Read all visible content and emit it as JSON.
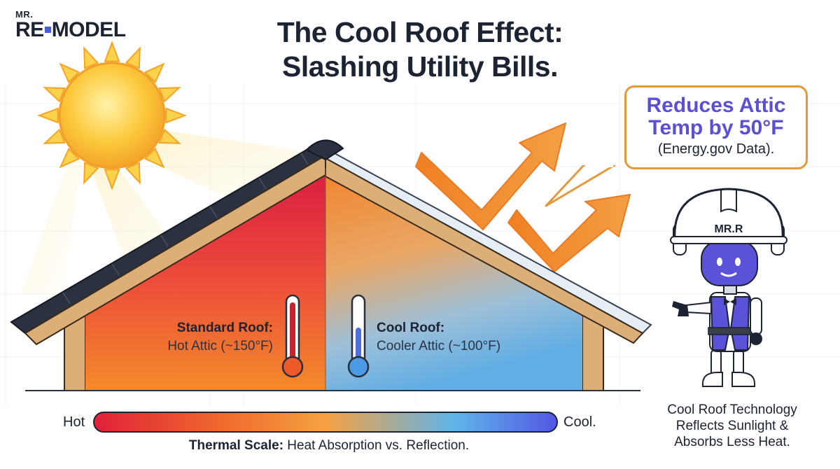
{
  "logo": {
    "top": "MR.",
    "brand_left": "RE",
    "brand_right": "MODEL"
  },
  "title": {
    "line1": "The Cool Roof Effect:",
    "line2": "Slashing Utility Bills."
  },
  "callout": {
    "line1": "Reduces Attic",
    "line2": "Temp by 50°F",
    "source": "(Energy.gov Data)."
  },
  "standard_roof": {
    "label": "Standard Roof:",
    "detail": "Hot Attic (~150°F)"
  },
  "cool_roof": {
    "label": "Cool Roof:",
    "detail": "Cooler Attic (~100°F)"
  },
  "scale": {
    "hot_label": "Hot",
    "cool_label": "Cool.",
    "caption_bold": "Thermal Scale:",
    "caption_rest": " Heat Absorption vs. Reflection."
  },
  "mascot": {
    "helmet_text": "MR.R",
    "caption_line1": "Cool Roof Technology",
    "caption_line2": "Reflects Sunlight &",
    "caption_line3": "Absorbs Less Heat."
  },
  "colors": {
    "hot": "#e0203a",
    "warm": "#f06b2c",
    "cool": "#5fb5ea",
    "cold": "#5357e3",
    "accent_purple": "#5b4fd6",
    "callout_border": "#e39a3c",
    "ink": "#1c2333",
    "wood": "#dcae78"
  },
  "icons": [
    "sun-icon",
    "thermometer-hot-icon",
    "thermometer-cool-icon",
    "reflection-arrow-icon",
    "robot-mascot-icon"
  ]
}
